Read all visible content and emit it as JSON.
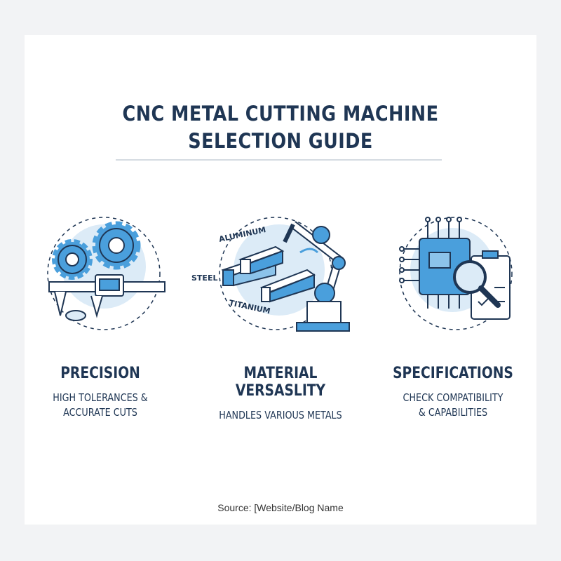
{
  "title_lines": [
    "CNC METAL CUTTING MACHINE",
    "SELECTION GUIDE"
  ],
  "columns": [
    {
      "heading": "PRECISION",
      "desc": [
        "HIGH TOLERANCES &",
        "ACCURATE CUTS"
      ],
      "icon": "gears-caliper-icon"
    },
    {
      "heading": "MATERIAL VERSASLITY",
      "desc": [
        "HANDLES VARIOUS METALS"
      ],
      "icon": "robot-arm-metal-bars-icon",
      "labels": {
        "aluminum": "ALUMINUM",
        "steel": "STEEL",
        "titanium": "TITANIUM"
      }
    },
    {
      "heading": "SPECIFICATIONS",
      "desc": [
        "CHECK COMPATIBILITY",
        "& CAPABILITIES"
      ],
      "icon": "chip-clipboard-magnifier-icon"
    }
  ],
  "source": "Source: [Website/Blog Name",
  "colors": {
    "primary": "#1f3654",
    "accent": "#4a9fdc",
    "light_accent": "#dcebf7"
  }
}
